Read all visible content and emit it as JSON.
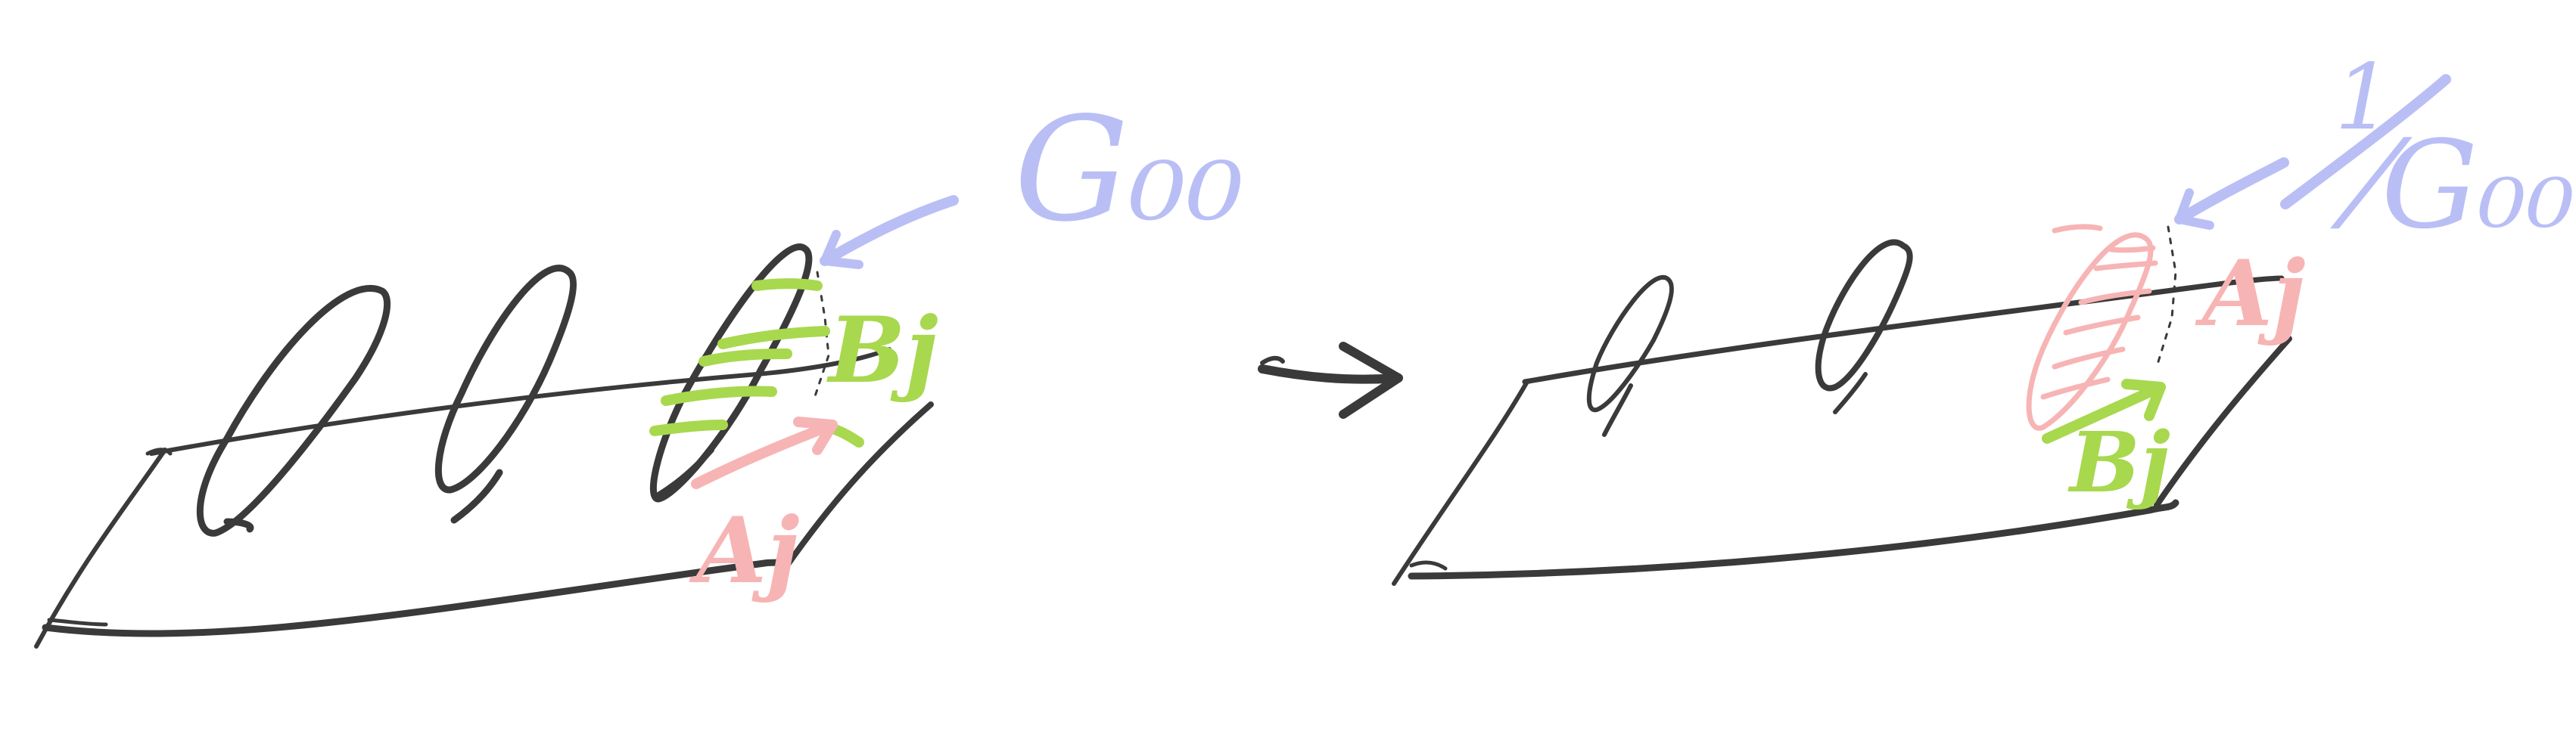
{
  "colors": {
    "ink": "#3a3a3a",
    "green": "#a8d84e",
    "pink": "#f7b4b4",
    "blue": "#b9bff5",
    "background": "#ffffff"
  },
  "left": {
    "label_g": "G₀₀",
    "label_b": "Bj",
    "label_a": "Aj"
  },
  "right": {
    "label_g": "⁄G₀₀",
    "label_g_one": "1",
    "label_a": "Aj",
    "label_b": "Bj"
  }
}
